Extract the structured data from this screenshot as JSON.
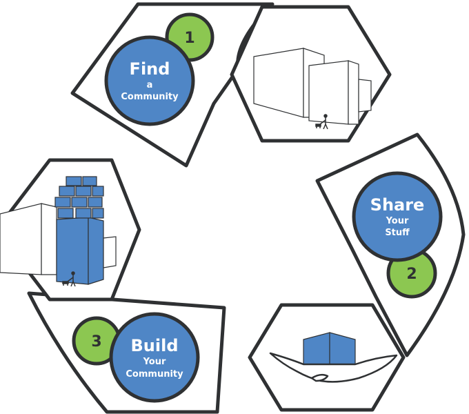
{
  "steps": [
    {
      "number": "1",
      "title": "Find",
      "subtitle_line1": "a",
      "subtitle_line2": "Community"
    },
    {
      "number": "2",
      "title": "Share",
      "subtitle_line1": "Your",
      "subtitle_line2": "Stuff"
    },
    {
      "number": "3",
      "title": "Build",
      "subtitle_line1": "Your",
      "subtitle_line2": "Community"
    }
  ],
  "colors": {
    "step_circle": "#4f86c6",
    "number_circle": "#8cc751",
    "outline": "#2f3133"
  }
}
